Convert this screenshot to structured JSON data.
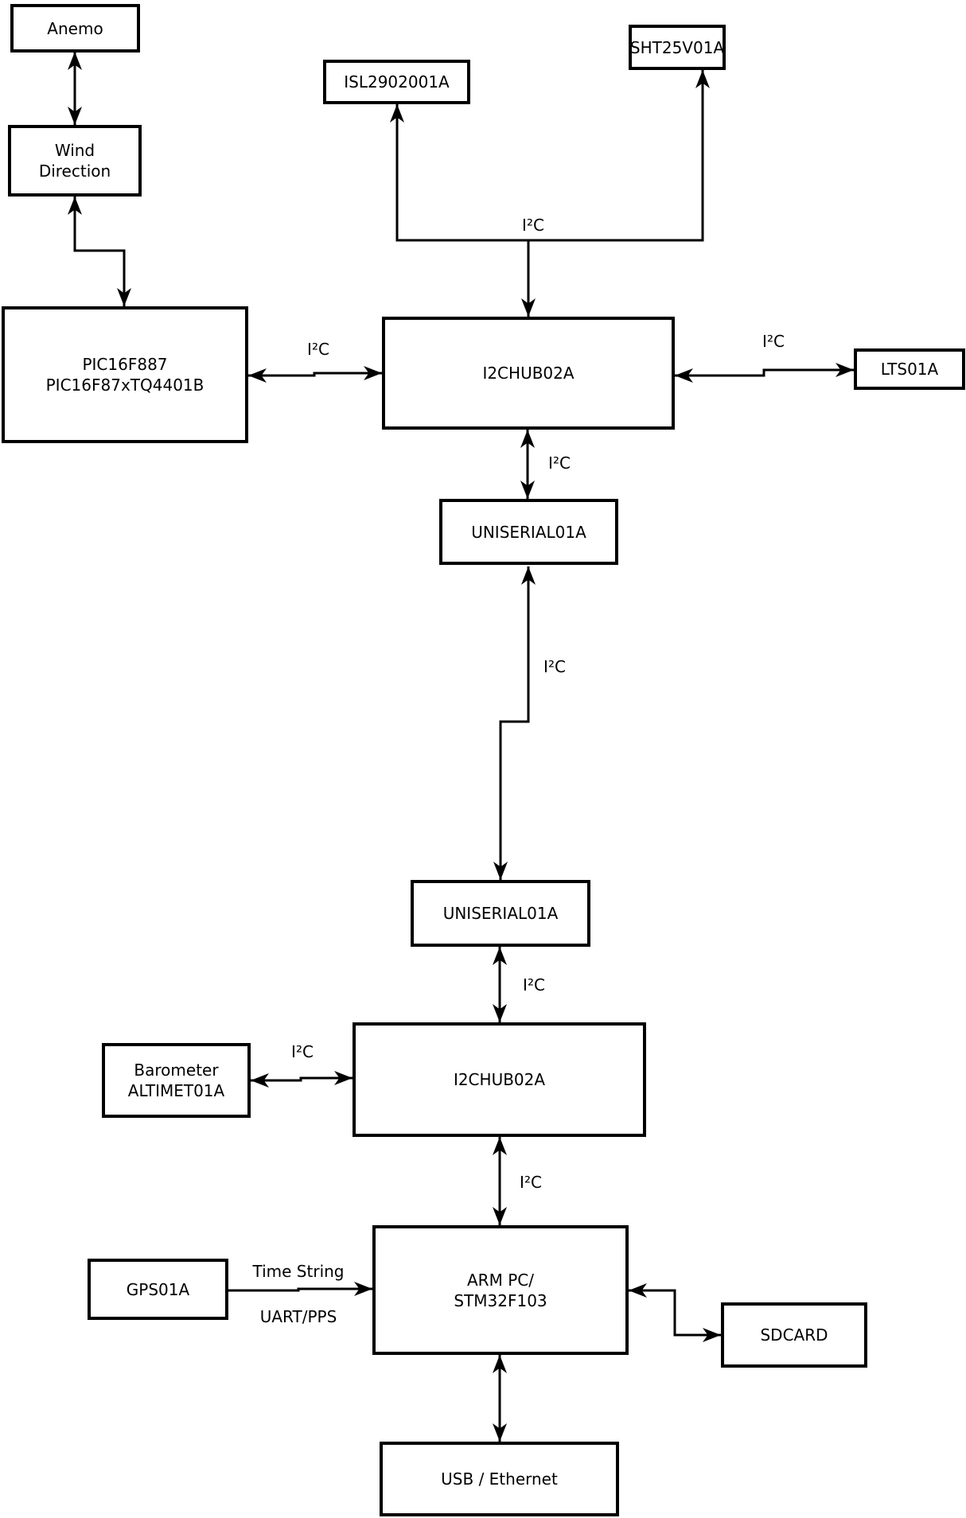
{
  "colors": {
    "line": "#000000",
    "background": "#ffffff",
    "box_fill": "#ffffff",
    "text": "#000000"
  },
  "nodes": {
    "anemo": {
      "label": "Anemo"
    },
    "wind": {
      "label": "Wind\nDirection"
    },
    "pic": {
      "label": "PIC16F887\nPIC16F87xTQ4401B"
    },
    "isl": {
      "label": "ISL2902001A"
    },
    "sht": {
      "label": "SHT25V01A"
    },
    "hub1": {
      "label": "I2CHUB02A"
    },
    "lts": {
      "label": "LTS01A"
    },
    "uniserial1": {
      "label": "UNISERIAL01A"
    },
    "uniserial2": {
      "label": "UNISERIAL01A"
    },
    "hub2": {
      "label": "I2CHUB02A"
    },
    "barometer": {
      "label": "Barometer\nALTIMET01A"
    },
    "gps": {
      "label": "GPS01A"
    },
    "armpc": {
      "label": "ARM PC/\nSTM32F103"
    },
    "sdcard": {
      "label": "SDCARD"
    },
    "usb": {
      "label": "USB / Ethernet"
    }
  },
  "edge_labels": {
    "pic_hub1": "I²C",
    "top_bus": "I²C",
    "hub1_lts": "I²C",
    "hub1_uniserial1": "I²C",
    "uniserial1_uniserial2": "I²C",
    "uniserial2_hub2": "I²C",
    "barometer_hub2": "I²C",
    "hub2_armpc": "I²C",
    "gps_armpc_top": "Time String",
    "gps_armpc_bottom": "UART/PPS"
  },
  "edges": [
    {
      "from": "Anemo",
      "to": "Wind Direction",
      "bidirectional": true,
      "label": ""
    },
    {
      "from": "Wind Direction",
      "to": "PIC16F887 PIC16F87xTQ4401B",
      "bidirectional": true,
      "label": ""
    },
    {
      "from": "PIC16F887 PIC16F87xTQ4401B",
      "to": "I2CHUB02A",
      "bidirectional": true,
      "label": "I²C"
    },
    {
      "from": "I2CHUB02A",
      "to": "ISL2902001A",
      "bidirectional": false,
      "label": "I²C"
    },
    {
      "from": "I2CHUB02A",
      "to": "SHT25V01A",
      "bidirectional": false,
      "label": "I²C"
    },
    {
      "from": "I2CHUB02A",
      "to": "LTS01A",
      "bidirectional": true,
      "label": "I²C"
    },
    {
      "from": "I2CHUB02A",
      "to": "UNISERIAL01A",
      "bidirectional": true,
      "label": "I²C"
    },
    {
      "from": "UNISERIAL01A",
      "to": "UNISERIAL01A",
      "bidirectional": true,
      "label": "I²C"
    },
    {
      "from": "UNISERIAL01A",
      "to": "I2CHUB02A",
      "bidirectional": true,
      "label": "I²C"
    },
    {
      "from": "Barometer ALTIMET01A",
      "to": "I2CHUB02A",
      "bidirectional": true,
      "label": "I²C"
    },
    {
      "from": "I2CHUB02A",
      "to": "ARM PC/STM32F103",
      "bidirectional": true,
      "label": "I²C"
    },
    {
      "from": "GPS01A",
      "to": "ARM PC/STM32F103",
      "bidirectional": false,
      "label": "Time String / UART/PPS"
    },
    {
      "from": "ARM PC/STM32F103",
      "to": "SDCARD",
      "bidirectional": true,
      "label": ""
    },
    {
      "from": "ARM PC/STM32F103",
      "to": "USB / Ethernet",
      "bidirectional": true,
      "label": ""
    }
  ]
}
